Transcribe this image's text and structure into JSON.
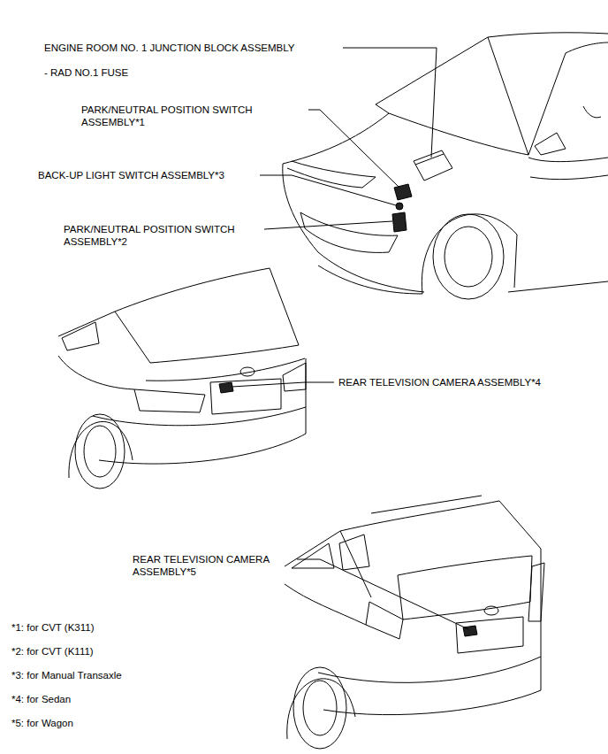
{
  "diagram": {
    "labels": [
      "ENGINE ROOM NO. 1 JUNCTION BLOCK ASSEMBLY",
      "- RAD NO.1 FUSE",
      "PARK/NEUTRAL POSITION SWITCH ASSEMBLY*1",
      "BACK-UP LIGHT SWITCH ASSEMBLY*3",
      "PARK/NEUTRAL POSITION SWITCH ASSEMBLY*2",
      "REAR TELEVISION CAMERA ASSEMBLY*4",
      "REAR TELEVISION CAMERA ASSEMBLY*5",
      "*1: for CVT (K311)",
      "*2: for CVT (K111)",
      "*3: for Manual Transaxle",
      "*4: for Sedan",
      "*5: for Wagon"
    ]
  }
}
